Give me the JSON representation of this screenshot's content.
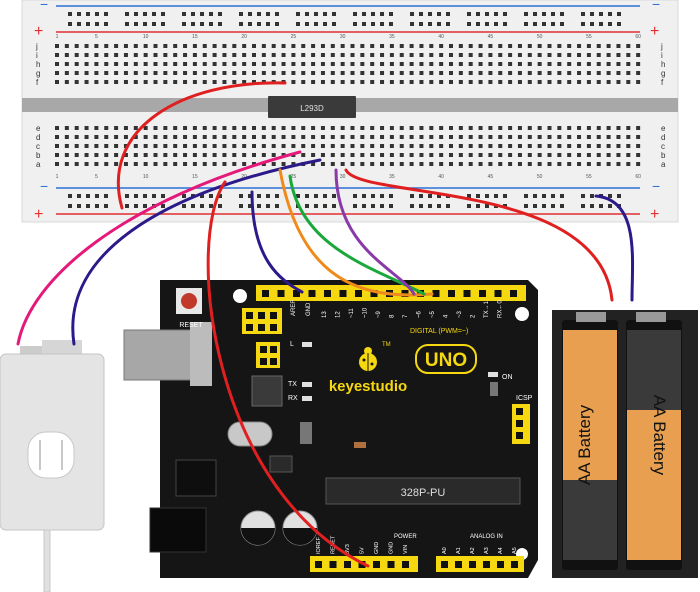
{
  "breadboard": {
    "rows_top": [
      "j",
      "i",
      "h",
      "g",
      "f"
    ],
    "rows_bottom": [
      "e",
      "d",
      "c",
      "b",
      "a"
    ],
    "col_numbers": [
      "1",
      "5",
      "10",
      "15",
      "20",
      "25",
      "30",
      "35",
      "40",
      "45",
      "50",
      "55",
      "60"
    ],
    "plus": "+",
    "minus": "−",
    "chip_label": "L293D"
  },
  "arduino": {
    "brand": "keyestudio",
    "model": "UNO",
    "tm": "TM",
    "reset_label": "RESET",
    "chip_label": "328P-PU",
    "digital_label": "DIGITAL (PWM=~)",
    "icsp_label": "ICSP",
    "on_label": "ON",
    "analog_in_label": "ANALOG IN",
    "power_label": "POWER",
    "l_label": "L",
    "tx_label": "TX",
    "rx_label": "RX",
    "aref_label": "AREF",
    "gnd_label": "GND",
    "digital_pins": [
      "13",
      "12",
      "~11",
      "~10",
      "~9",
      "8",
      "7",
      "~6",
      "~5",
      "4",
      "~3",
      "2",
      "TX→1",
      "RX←0"
    ],
    "power_pins": [
      "IOREF",
      "RESET",
      "3V3",
      "5V",
      "GND",
      "GND",
      "VIN"
    ],
    "analog_pins": [
      "A0",
      "A1",
      "A2",
      "A3",
      "A4",
      "A5"
    ]
  },
  "battery": {
    "cells": [
      "AA Battery",
      "AA Battery"
    ]
  },
  "wire_colors": {
    "red": "#e02020",
    "pink": "#e5197a",
    "navy": "#2a1a8a",
    "green": "#1aa83a",
    "orange": "#f08a1a",
    "purple": "#8a3aa8",
    "blue_line": "#2a6fd6",
    "red_line": "#e03030"
  }
}
